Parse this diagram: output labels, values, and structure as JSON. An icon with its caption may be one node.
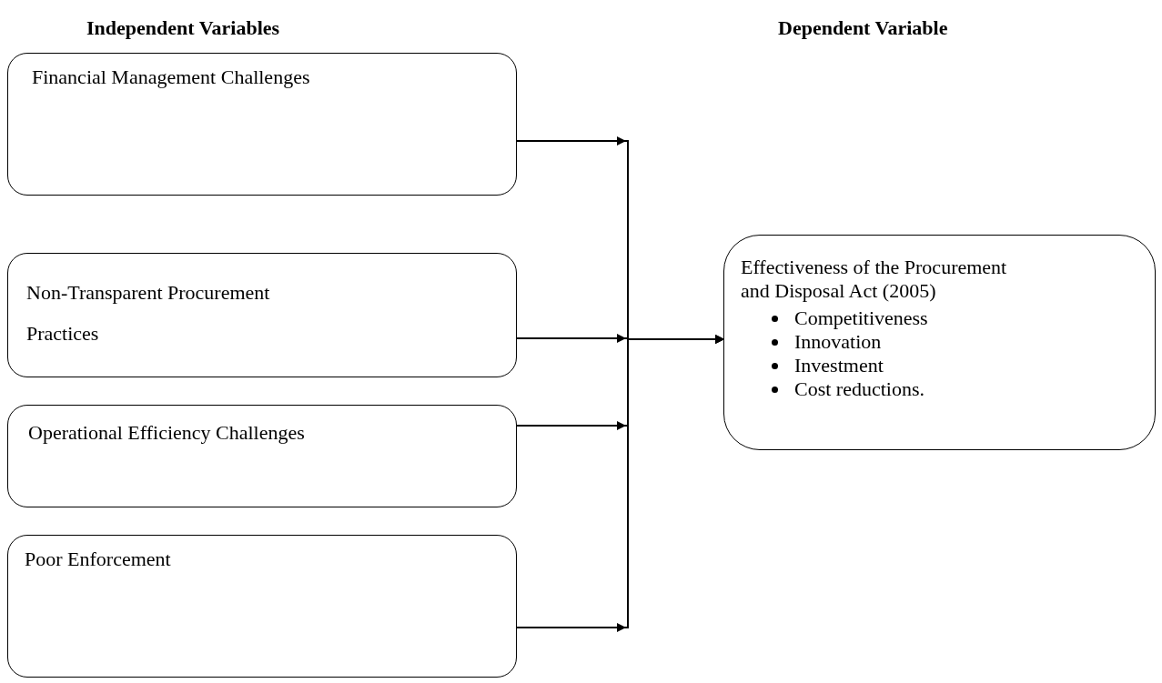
{
  "diagram": {
    "nodes": [
      {
        "text": [
          "Financial Management Challenges"
        ]
      },
      {
        "text": [
          "Non-Transparent Procurement Practices"
        ]
      },
      {
        "text": [
          "Operational Efficiency Challenges"
        ]
      },
      {
        "text": [
          "Poor Enforcement"
        ]
      },
      {
        "text": [
          "Effectiveness of the Procurement and Disposal Act (2005)",
          "Competitiveness",
          "Innovation",
          "Investment",
          "Cost reductions."
        ]
      }
    ],
    "edges": [
      {
        "from": 0,
        "to": 4,
        "arrow": "to"
      },
      {
        "from": 1,
        "to": 4,
        "arrow": "to"
      },
      {
        "from": 2,
        "to": 4,
        "arrow": "to"
      },
      {
        "from": 3,
        "to": 4,
        "arrow": "to"
      }
    ],
    "labels": [
      "Independent Variables",
      "Dependent Variable"
    ]
  }
}
